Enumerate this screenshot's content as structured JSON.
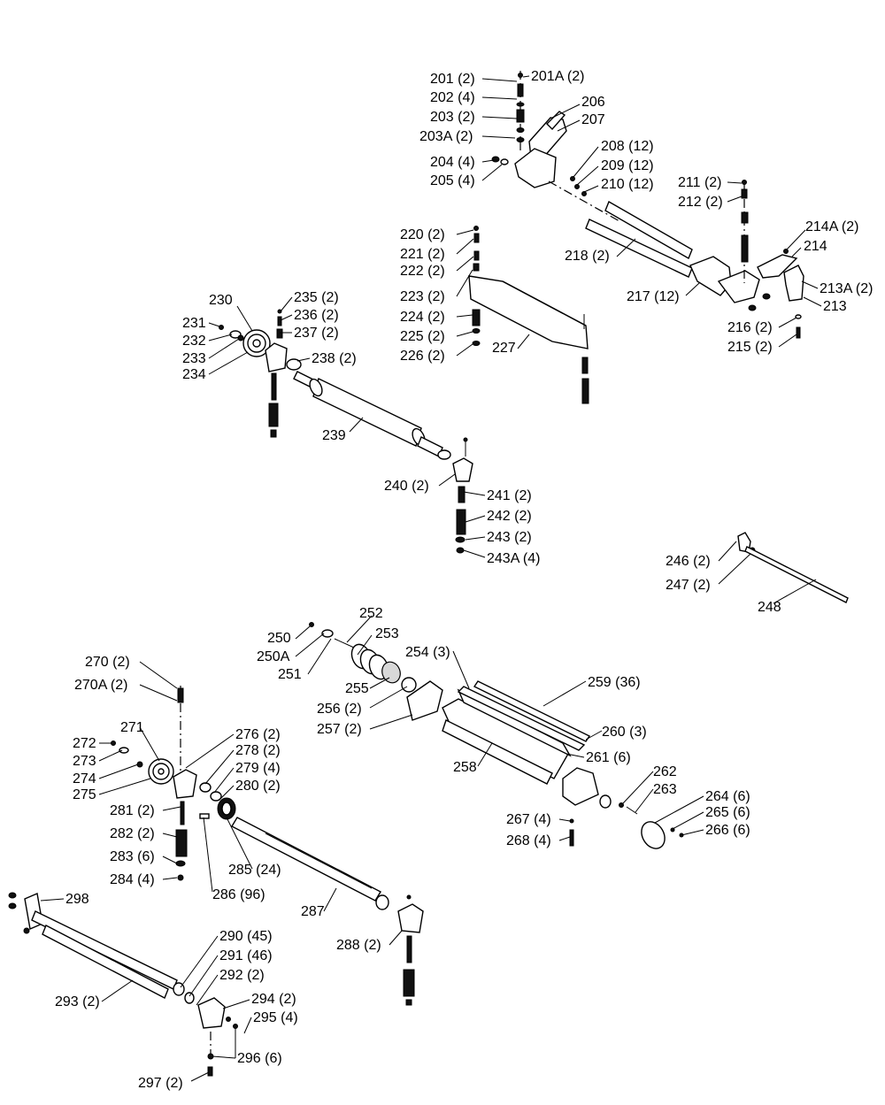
{
  "labels": [
    {
      "id": "201",
      "text": "201 (2)"
    },
    {
      "id": "201A",
      "text": "201A (2)"
    },
    {
      "id": "202",
      "text": "202 (4)"
    },
    {
      "id": "203",
      "text": "203 (2)"
    },
    {
      "id": "203A",
      "text": "203A (2)"
    },
    {
      "id": "204",
      "text": "204 (4)"
    },
    {
      "id": "205",
      "text": "205 (4)"
    },
    {
      "id": "206",
      "text": "206"
    },
    {
      "id": "207",
      "text": "207"
    },
    {
      "id": "208",
      "text": "208 (12)"
    },
    {
      "id": "209",
      "text": "209 (12)"
    },
    {
      "id": "210",
      "text": "210 (12)"
    },
    {
      "id": "211",
      "text": "211 (2)"
    },
    {
      "id": "212",
      "text": "212 (2)"
    },
    {
      "id": "213",
      "text": "213"
    },
    {
      "id": "213A",
      "text": "213A (2)"
    },
    {
      "id": "214",
      "text": "214"
    },
    {
      "id": "214A",
      "text": "214A (2)"
    },
    {
      "id": "215",
      "text": "215 (2)"
    },
    {
      "id": "216",
      "text": "216 (2)"
    },
    {
      "id": "217",
      "text": "217 (12)"
    },
    {
      "id": "218",
      "text": "218 (2)"
    },
    {
      "id": "220",
      "text": "220 (2)"
    },
    {
      "id": "221",
      "text": "221 (2)"
    },
    {
      "id": "222",
      "text": "222 (2)"
    },
    {
      "id": "223",
      "text": "223 (2)"
    },
    {
      "id": "224",
      "text": "224 (2)"
    },
    {
      "id": "225",
      "text": "225 (2)"
    },
    {
      "id": "226",
      "text": "226 (2)"
    },
    {
      "id": "227",
      "text": "227"
    },
    {
      "id": "230",
      "text": "230"
    },
    {
      "id": "231",
      "text": "231"
    },
    {
      "id": "232",
      "text": "232"
    },
    {
      "id": "233",
      "text": "233"
    },
    {
      "id": "234",
      "text": "234"
    },
    {
      "id": "235",
      "text": "235 (2)"
    },
    {
      "id": "236",
      "text": "236 (2)"
    },
    {
      "id": "237",
      "text": "237 (2)"
    },
    {
      "id": "238",
      "text": "238 (2)"
    },
    {
      "id": "239",
      "text": "239"
    },
    {
      "id": "240",
      "text": "240 (2)"
    },
    {
      "id": "241",
      "text": "241 (2)"
    },
    {
      "id": "242",
      "text": "242 (2)"
    },
    {
      "id": "243",
      "text": "243 (2)"
    },
    {
      "id": "243A",
      "text": "243A (4)"
    },
    {
      "id": "246",
      "text": "246 (2)"
    },
    {
      "id": "247",
      "text": "247 (2)"
    },
    {
      "id": "248",
      "text": "248"
    },
    {
      "id": "250",
      "text": "250"
    },
    {
      "id": "250A",
      "text": "250A"
    },
    {
      "id": "251",
      "text": "251"
    },
    {
      "id": "252",
      "text": "252"
    },
    {
      "id": "253",
      "text": "253"
    },
    {
      "id": "254",
      "text": "254 (3)"
    },
    {
      "id": "255",
      "text": "255"
    },
    {
      "id": "256",
      "text": "256 (2)"
    },
    {
      "id": "257",
      "text": "257 (2)"
    },
    {
      "id": "258",
      "text": "258"
    },
    {
      "id": "259",
      "text": "259 (36)"
    },
    {
      "id": "260",
      "text": "260 (3)"
    },
    {
      "id": "261",
      "text": "261 (6)"
    },
    {
      "id": "262",
      "text": "262"
    },
    {
      "id": "263",
      "text": "263"
    },
    {
      "id": "264",
      "text": "264 (6)"
    },
    {
      "id": "265",
      "text": "265 (6)"
    },
    {
      "id": "266",
      "text": "266 (6)"
    },
    {
      "id": "267",
      "text": "267 (4)"
    },
    {
      "id": "268",
      "text": "268 (4)"
    },
    {
      "id": "270",
      "text": "270 (2)"
    },
    {
      "id": "270A",
      "text": "270A (2)"
    },
    {
      "id": "271",
      "text": "271"
    },
    {
      "id": "272",
      "text": "272"
    },
    {
      "id": "273",
      "text": "273"
    },
    {
      "id": "274",
      "text": "274"
    },
    {
      "id": "275",
      "text": "275"
    },
    {
      "id": "276",
      "text": "276 (2)"
    },
    {
      "id": "278",
      "text": "278 (2)"
    },
    {
      "id": "279",
      "text": "279 (4)"
    },
    {
      "id": "280",
      "text": "280 (2)"
    },
    {
      "id": "281",
      "text": "281 (2)"
    },
    {
      "id": "282",
      "text": "282 (2)"
    },
    {
      "id": "283",
      "text": "283 (6)"
    },
    {
      "id": "284",
      "text": "284 (4)"
    },
    {
      "id": "285",
      "text": "285 (24)"
    },
    {
      "id": "286",
      "text": "286 (96)"
    },
    {
      "id": "287",
      "text": "287"
    },
    {
      "id": "288",
      "text": "288 (2)"
    },
    {
      "id": "290",
      "text": "290 (45)"
    },
    {
      "id": "291",
      "text": "291 (46)"
    },
    {
      "id": "292",
      "text": "292 (2)"
    },
    {
      "id": "293",
      "text": "293 (2)"
    },
    {
      "id": "294",
      "text": "294 (2)"
    },
    {
      "id": "295",
      "text": "295 (4)"
    },
    {
      "id": "296",
      "text": "296 (6)"
    },
    {
      "id": "297",
      "text": "297 (2)"
    },
    {
      "id": "298",
      "text": "298"
    }
  ]
}
